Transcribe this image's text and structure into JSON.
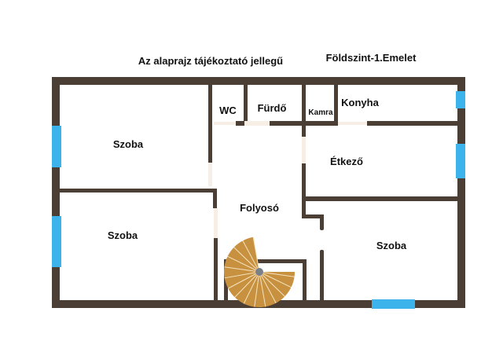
{
  "header": {
    "disclaimer": "Az alaprajz tájékoztató jellegű",
    "floor": "Földszint-1.Emelet"
  },
  "rooms": {
    "room_top_left": "Szoba",
    "room_bottom_left": "Szoba",
    "wc": "WC",
    "bathroom": "Fürdő",
    "pantry": "Kamra",
    "kitchen": "Konyha",
    "dining": "Étkező",
    "hallway": "Folyosó",
    "room_right": "Szoba"
  },
  "colors": {
    "wall": "#4b3e35",
    "window": "#3db3ec",
    "door": "#f7efe6",
    "stair": "#c8913f",
    "stair_line": "#f4e3c0",
    "stair_post": "#7a8088"
  }
}
